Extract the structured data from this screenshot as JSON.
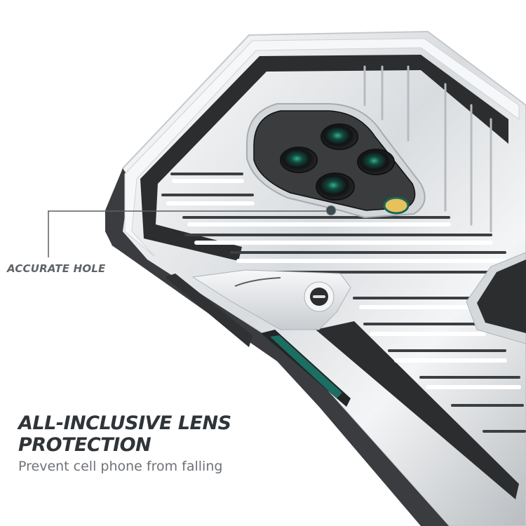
{
  "product": {
    "subject": "phone case with quad camera cutout",
    "colors": {
      "silver": "#e6e8ea",
      "chrome_highlight": "#ffffff",
      "black_trim": "#2b2d2f",
      "lens_module": "#3a3c3e",
      "lens_glass": "#1d8a73",
      "flash": "#e7c15a",
      "callout_line": "#5a5f64"
    }
  },
  "callout": {
    "label": "ACCURATE HOLE"
  },
  "feature": {
    "title_line1": "ALL-INCLUSIVE LENS",
    "title_line2": "PROTECTION",
    "subtitle": "Prevent cell phone from falling"
  }
}
